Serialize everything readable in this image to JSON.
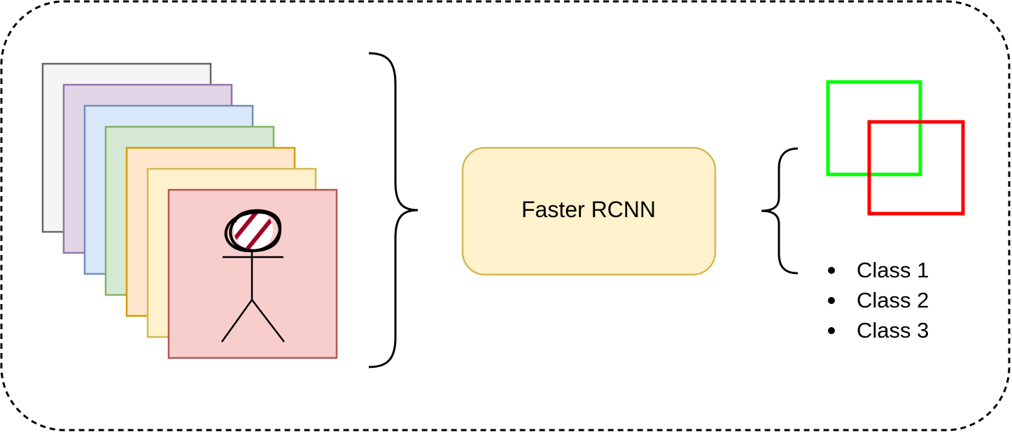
{
  "model": {
    "label": "Faster RCNN",
    "fill": "#fff2cc",
    "stroke": "#d6b656"
  },
  "frames": [
    {
      "fill": "#f5f5f5",
      "stroke": "#666666"
    },
    {
      "fill": "#e1d5e7",
      "stroke": "#9673a6"
    },
    {
      "fill": "#dae8fc",
      "stroke": "#6c8ebf"
    },
    {
      "fill": "#d5e8d4",
      "stroke": "#82b366"
    },
    {
      "fill": "#ffe6cc",
      "stroke": "#d79b00"
    },
    {
      "fill": "#fff2cc",
      "stroke": "#d6b656"
    },
    {
      "fill": "#f8cecc",
      "stroke": "#b85450"
    }
  ],
  "boxes": {
    "green": "#00ff00",
    "red": "#ff0000"
  },
  "classes": [
    "Class 1",
    "Class 2",
    "Class 3"
  ],
  "icons": {
    "figure": "stick-figure-icon",
    "face_mark": "scribbled-circle-icon"
  },
  "colors": {
    "outline": "#000000",
    "face_stripe": "#a20025"
  }
}
